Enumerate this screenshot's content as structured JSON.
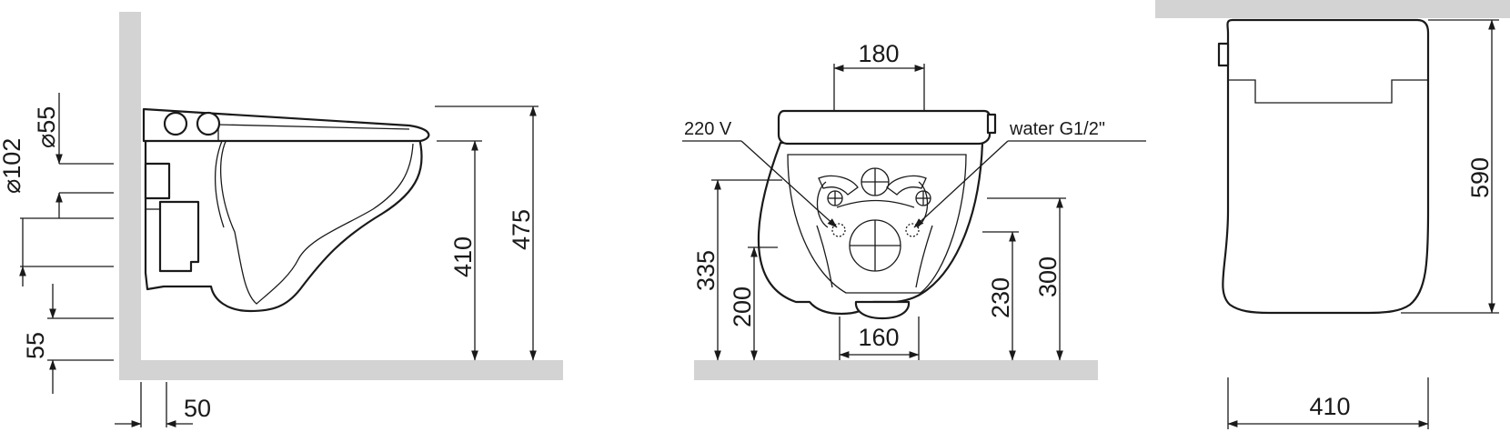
{
  "views": {
    "side": {
      "dim_55_diameter": "⌀55",
      "dim_102_diameter": "⌀102",
      "dim_55": "55",
      "dim_50": "50",
      "dim_410": "410",
      "dim_475": "475"
    },
    "front": {
      "dim_180": "180",
      "label_220v": "220 V",
      "label_water": "water G1/2\"",
      "dim_335": "335",
      "dim_200": "200",
      "dim_160": "160",
      "dim_230": "230",
      "dim_300": "300"
    },
    "top": {
      "dim_590": "590",
      "dim_410": "410"
    }
  },
  "colors": {
    "line": "#1a1a1a",
    "wall": "#d3d3d3",
    "background": "#ffffff"
  }
}
